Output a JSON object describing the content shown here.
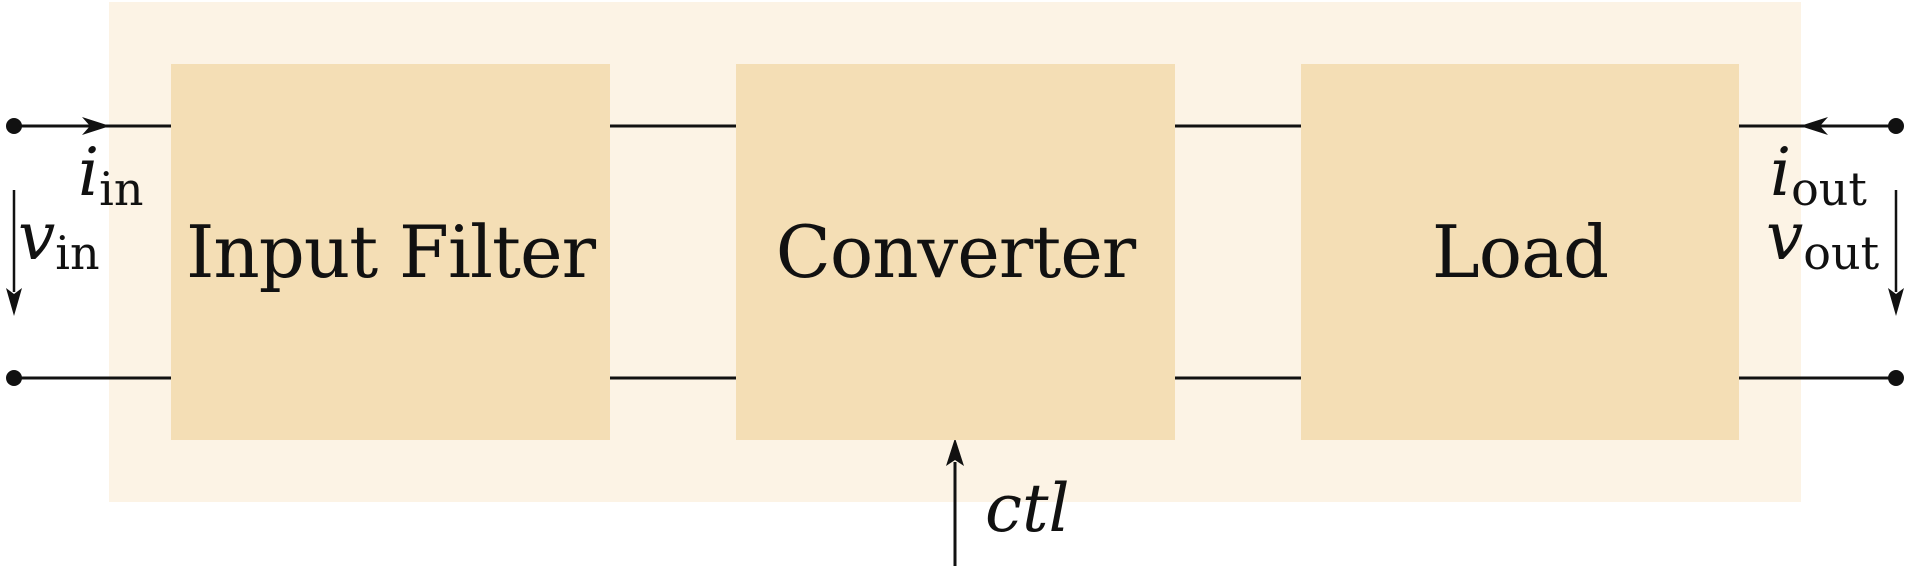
{
  "blocks": {
    "input_filter": "Input Filter",
    "converter": "Converter",
    "load": "Load"
  },
  "labels": {
    "i_in": {
      "sym": "i",
      "sub": "in"
    },
    "v_in": {
      "sym": "v",
      "sub": "in"
    },
    "i_out": {
      "sym": "i",
      "sub": "out"
    },
    "v_out": {
      "sym": "v",
      "sub": "out"
    },
    "ctl": "ctl"
  },
  "colors": {
    "background_panel": "#fcf3e5",
    "block_fill": "#f4deb5",
    "line": "#111111"
  }
}
